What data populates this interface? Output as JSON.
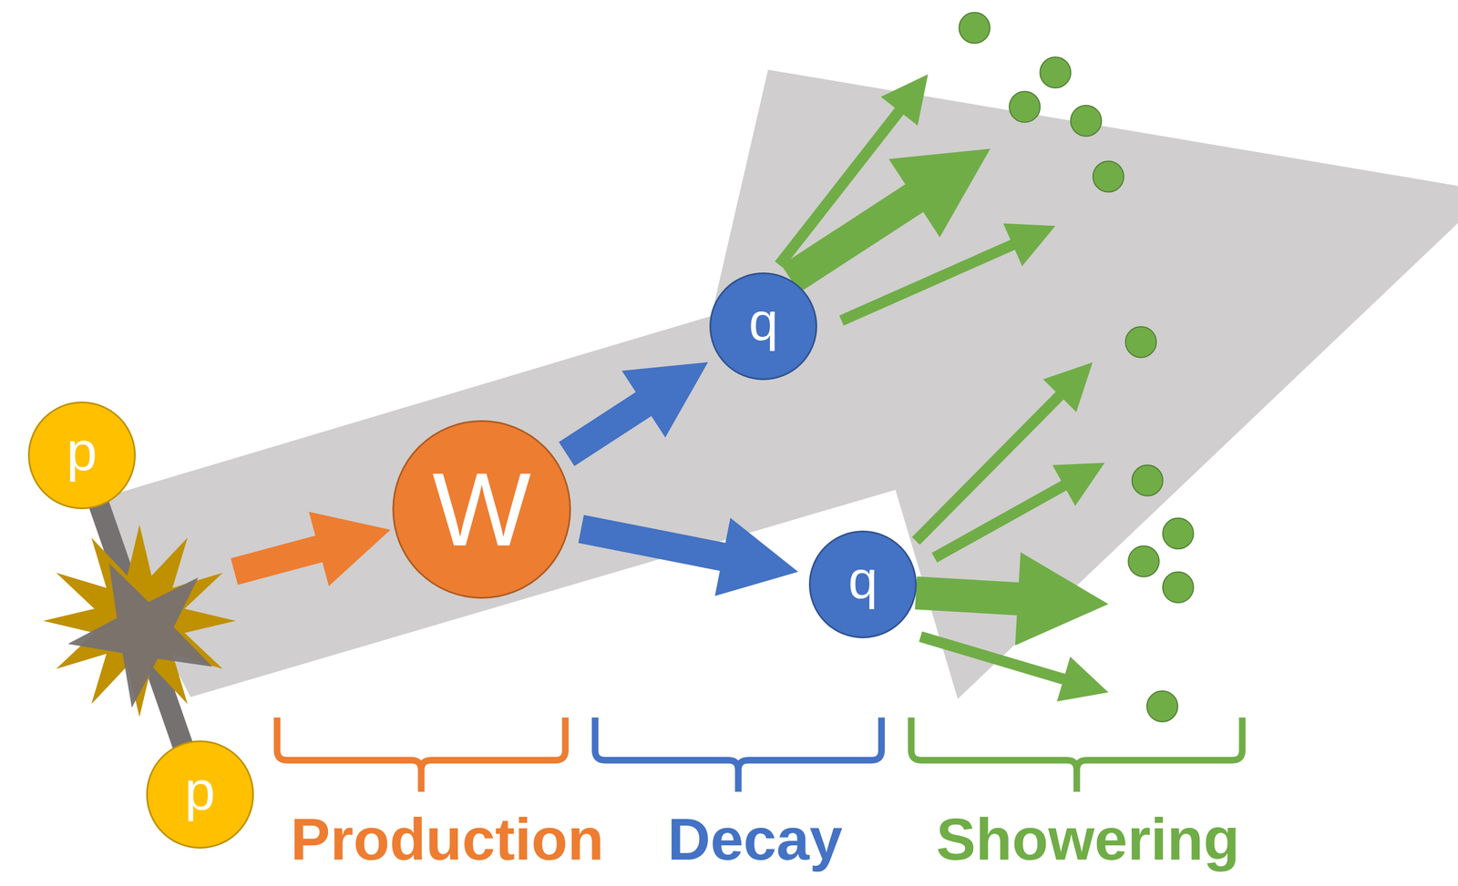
{
  "diagram": {
    "nodes": [
      {
        "text": [
          "p"
        ]
      },
      {
        "text": [
          "p"
        ]
      },
      {
        "text": [
          "W"
        ]
      },
      {
        "text": [
          "q"
        ]
      },
      {
        "text": [
          "q"
        ]
      }
    ],
    "edges": [
      {
        "from": 2,
        "to": 3,
        "arrow": "to"
      },
      {
        "from": 2,
        "to": 4,
        "arrow": "to"
      }
    ],
    "labels": [
      "Production",
      "Decay",
      "Showering"
    ]
  }
}
